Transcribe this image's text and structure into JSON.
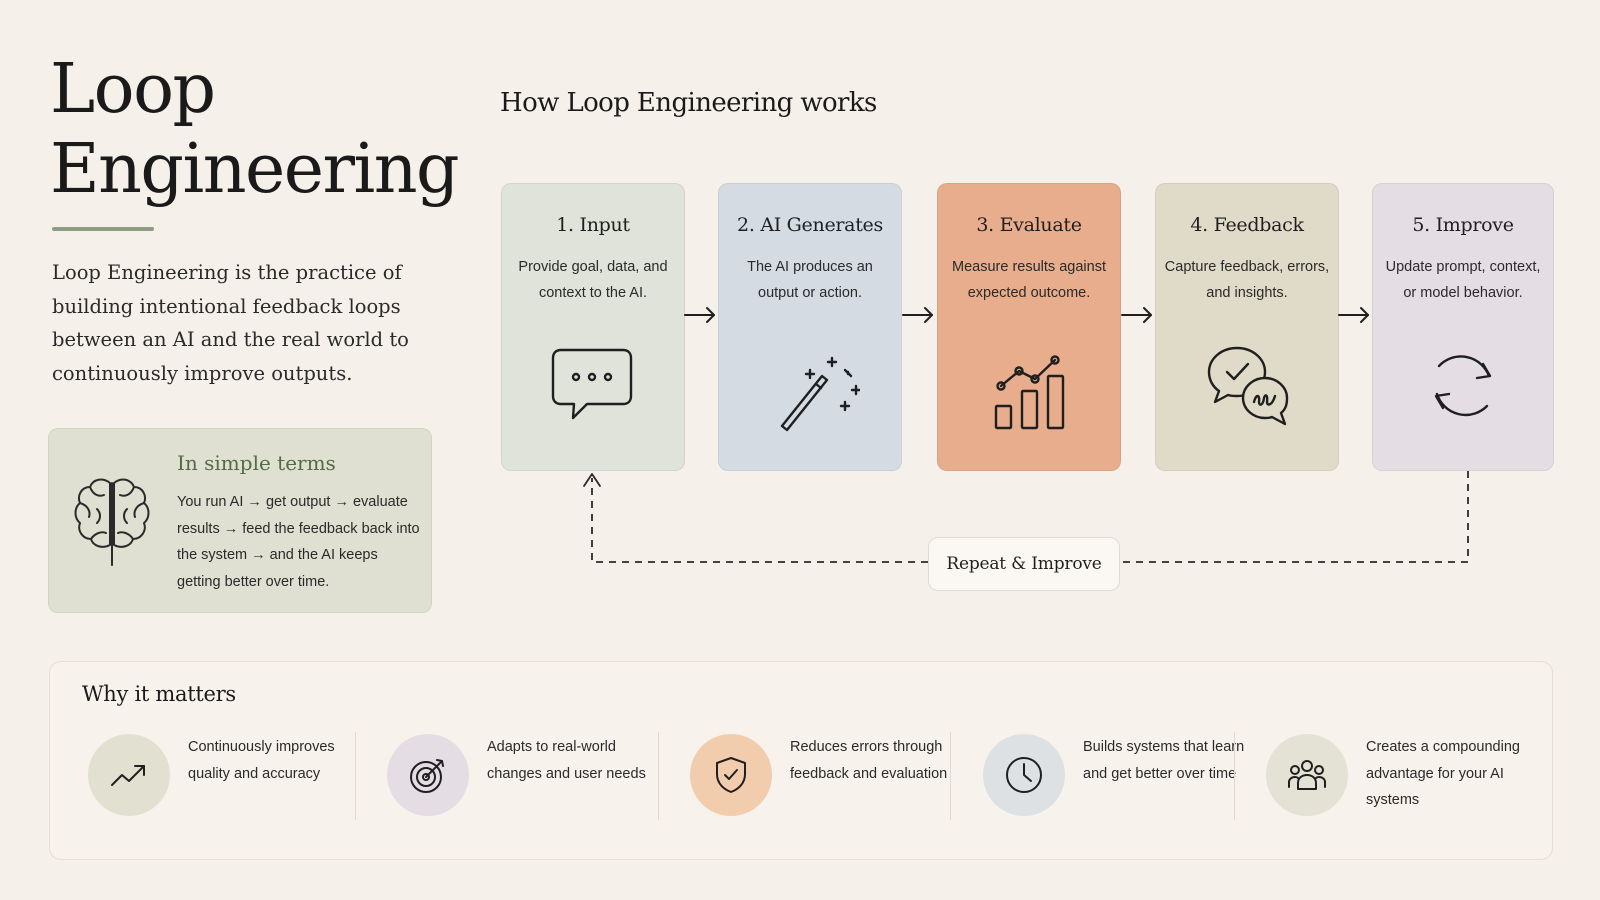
{
  "header": {
    "title_line1": "Loop",
    "title_line2": "Engineering",
    "intro": "Loop Engineering is the practice of building intentional feedback loops between an AI and the real world to continuously improve outputs."
  },
  "simple_terms": {
    "title": "In simple terms",
    "body": "You run AI → get output → evaluate results → feed the feedback back into the system → and the AI keeps getting better over time.",
    "icon": "brain-icon"
  },
  "flow": {
    "title": "How Loop Engineering works",
    "steps": [
      {
        "title": "1. Input",
        "desc": "Provide goal, data, and context to the AI.",
        "icon": "chat-bubble-icon",
        "color": "#dfe3da"
      },
      {
        "title": "2. AI Generates",
        "desc": "The AI produces an output or action.",
        "icon": "magic-wand-icon",
        "color": "#d4dbe3"
      },
      {
        "title": "3. Evaluate",
        "desc": "Measure results against expected outcome.",
        "icon": "chart-icon",
        "color": "#e8ad8d"
      },
      {
        "title": "4. Feedback",
        "desc": "Capture feedback, errors, and insights.",
        "icon": "feedback-bubbles-icon",
        "color": "#dfdbc8"
      },
      {
        "title": "5. Improve",
        "desc": "Update prompt, context, or model behavior.",
        "icon": "refresh-icon",
        "color": "#e4dde3"
      }
    ],
    "loop_label": "Repeat & Improve"
  },
  "why": {
    "title": "Why it matters",
    "items": [
      {
        "text": "Continuously improves quality and accuracy",
        "icon": "trend-up-icon",
        "color": "#e2e1d1"
      },
      {
        "text": "Adapts to real-world changes and user needs",
        "icon": "target-icon",
        "color": "#e5dde4"
      },
      {
        "text": "Reduces errors through feedback and evaluation",
        "icon": "shield-check-icon",
        "color": "#f1cdae"
      },
      {
        "text": "Builds systems that learn and get better over time",
        "icon": "clock-icon",
        "color": "#dde1e4"
      },
      {
        "text": "Creates a compounding advantage for your AI systems",
        "icon": "team-icon",
        "color": "#e3e2d4"
      }
    ]
  }
}
